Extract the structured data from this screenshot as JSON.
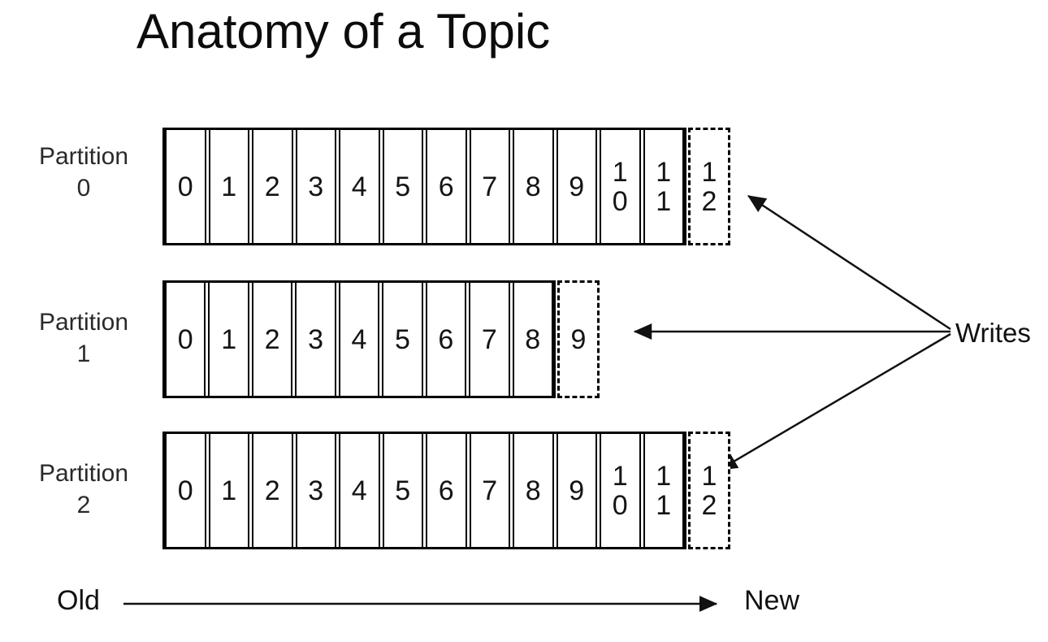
{
  "title": "Anatomy of a Topic",
  "writes_label": "Writes",
  "axis": {
    "old_label": "Old",
    "new_label": "New"
  },
  "partitions": [
    {
      "label": "Partition\n0",
      "cells": [
        "0",
        "1",
        "2",
        "3",
        "4",
        "5",
        "6",
        "7",
        "8",
        "9",
        "10",
        "11"
      ],
      "next_cell": "12"
    },
    {
      "label": "Partition\n1",
      "cells": [
        "0",
        "1",
        "2",
        "3",
        "4",
        "5",
        "6",
        "7",
        "8"
      ],
      "next_cell": "9"
    },
    {
      "label": "Partition\n2",
      "cells": [
        "0",
        "1",
        "2",
        "3",
        "4",
        "5",
        "6",
        "7",
        "8",
        "9",
        "10",
        "11"
      ],
      "next_cell": "12"
    }
  ],
  "colors": {
    "ink": "#000000",
    "label_text": "#2a2a2a",
    "background": "#ffffff"
  }
}
